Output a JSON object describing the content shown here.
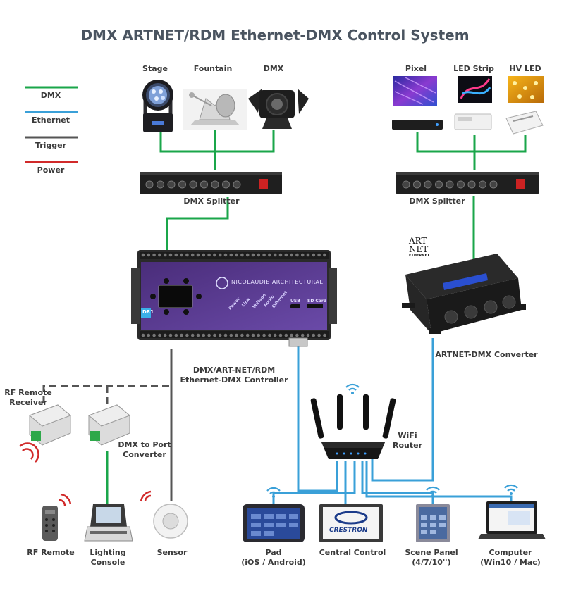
{
  "title": "DMX ARTNET/RDM Ethernet-DMX Control System",
  "legend": [
    {
      "label": "DMX",
      "color": "#1aa64a"
    },
    {
      "label": "Ethernet",
      "color": "#3aa0d8"
    },
    {
      "label": "Trigger",
      "color": "#555555"
    },
    {
      "label": "Power",
      "color": "#d12a2a"
    }
  ],
  "top_left": {
    "stage": "Stage",
    "fountain": "Fountain",
    "dmx": "DMX"
  },
  "top_right": {
    "pixel": "Pixel",
    "led_strip": "LED Strip",
    "hv_led": "HV LED"
  },
  "splitter_label": "DMX Splitter",
  "controller": {
    "line1": "DMX/ART-NET/RDM",
    "line2": "Ethernet-DMX Controller",
    "brand": "NICOLAUDIE ARCHITECTURAL",
    "badge": "DR1",
    "indicators": [
      "Power",
      "Link",
      "Voltage",
      "Audio",
      "Ethernet"
    ],
    "usb": "USB",
    "sd": "SD Card"
  },
  "artnet_logo": {
    "l1": "ART",
    "l2": "NET",
    "l3": "ETHERNET"
  },
  "artnet_converter": "ARTNET-DMX Converter",
  "router": {
    "line1": "WiFi",
    "line2": "Router"
  },
  "rf_receiver": {
    "line1": "RF Remote",
    "line2": "Receiver"
  },
  "port_converter": {
    "line1": "DMX to Port",
    "line2": "Converter"
  },
  "crestron": "CRESTRON",
  "bottom": [
    {
      "line1": "RF Remote",
      "line2": ""
    },
    {
      "line1": "Lighting",
      "line2": "Console"
    },
    {
      "line1": "Sensor",
      "line2": ""
    },
    {
      "line1": "Pad",
      "line2": "(iOS / Android)"
    },
    {
      "line1": "Central Control",
      "line2": ""
    },
    {
      "line1": "Scene Panel",
      "line2": "(4/7/10'')"
    },
    {
      "line1": "Computer",
      "line2": "(Win10 / Mac)"
    }
  ]
}
